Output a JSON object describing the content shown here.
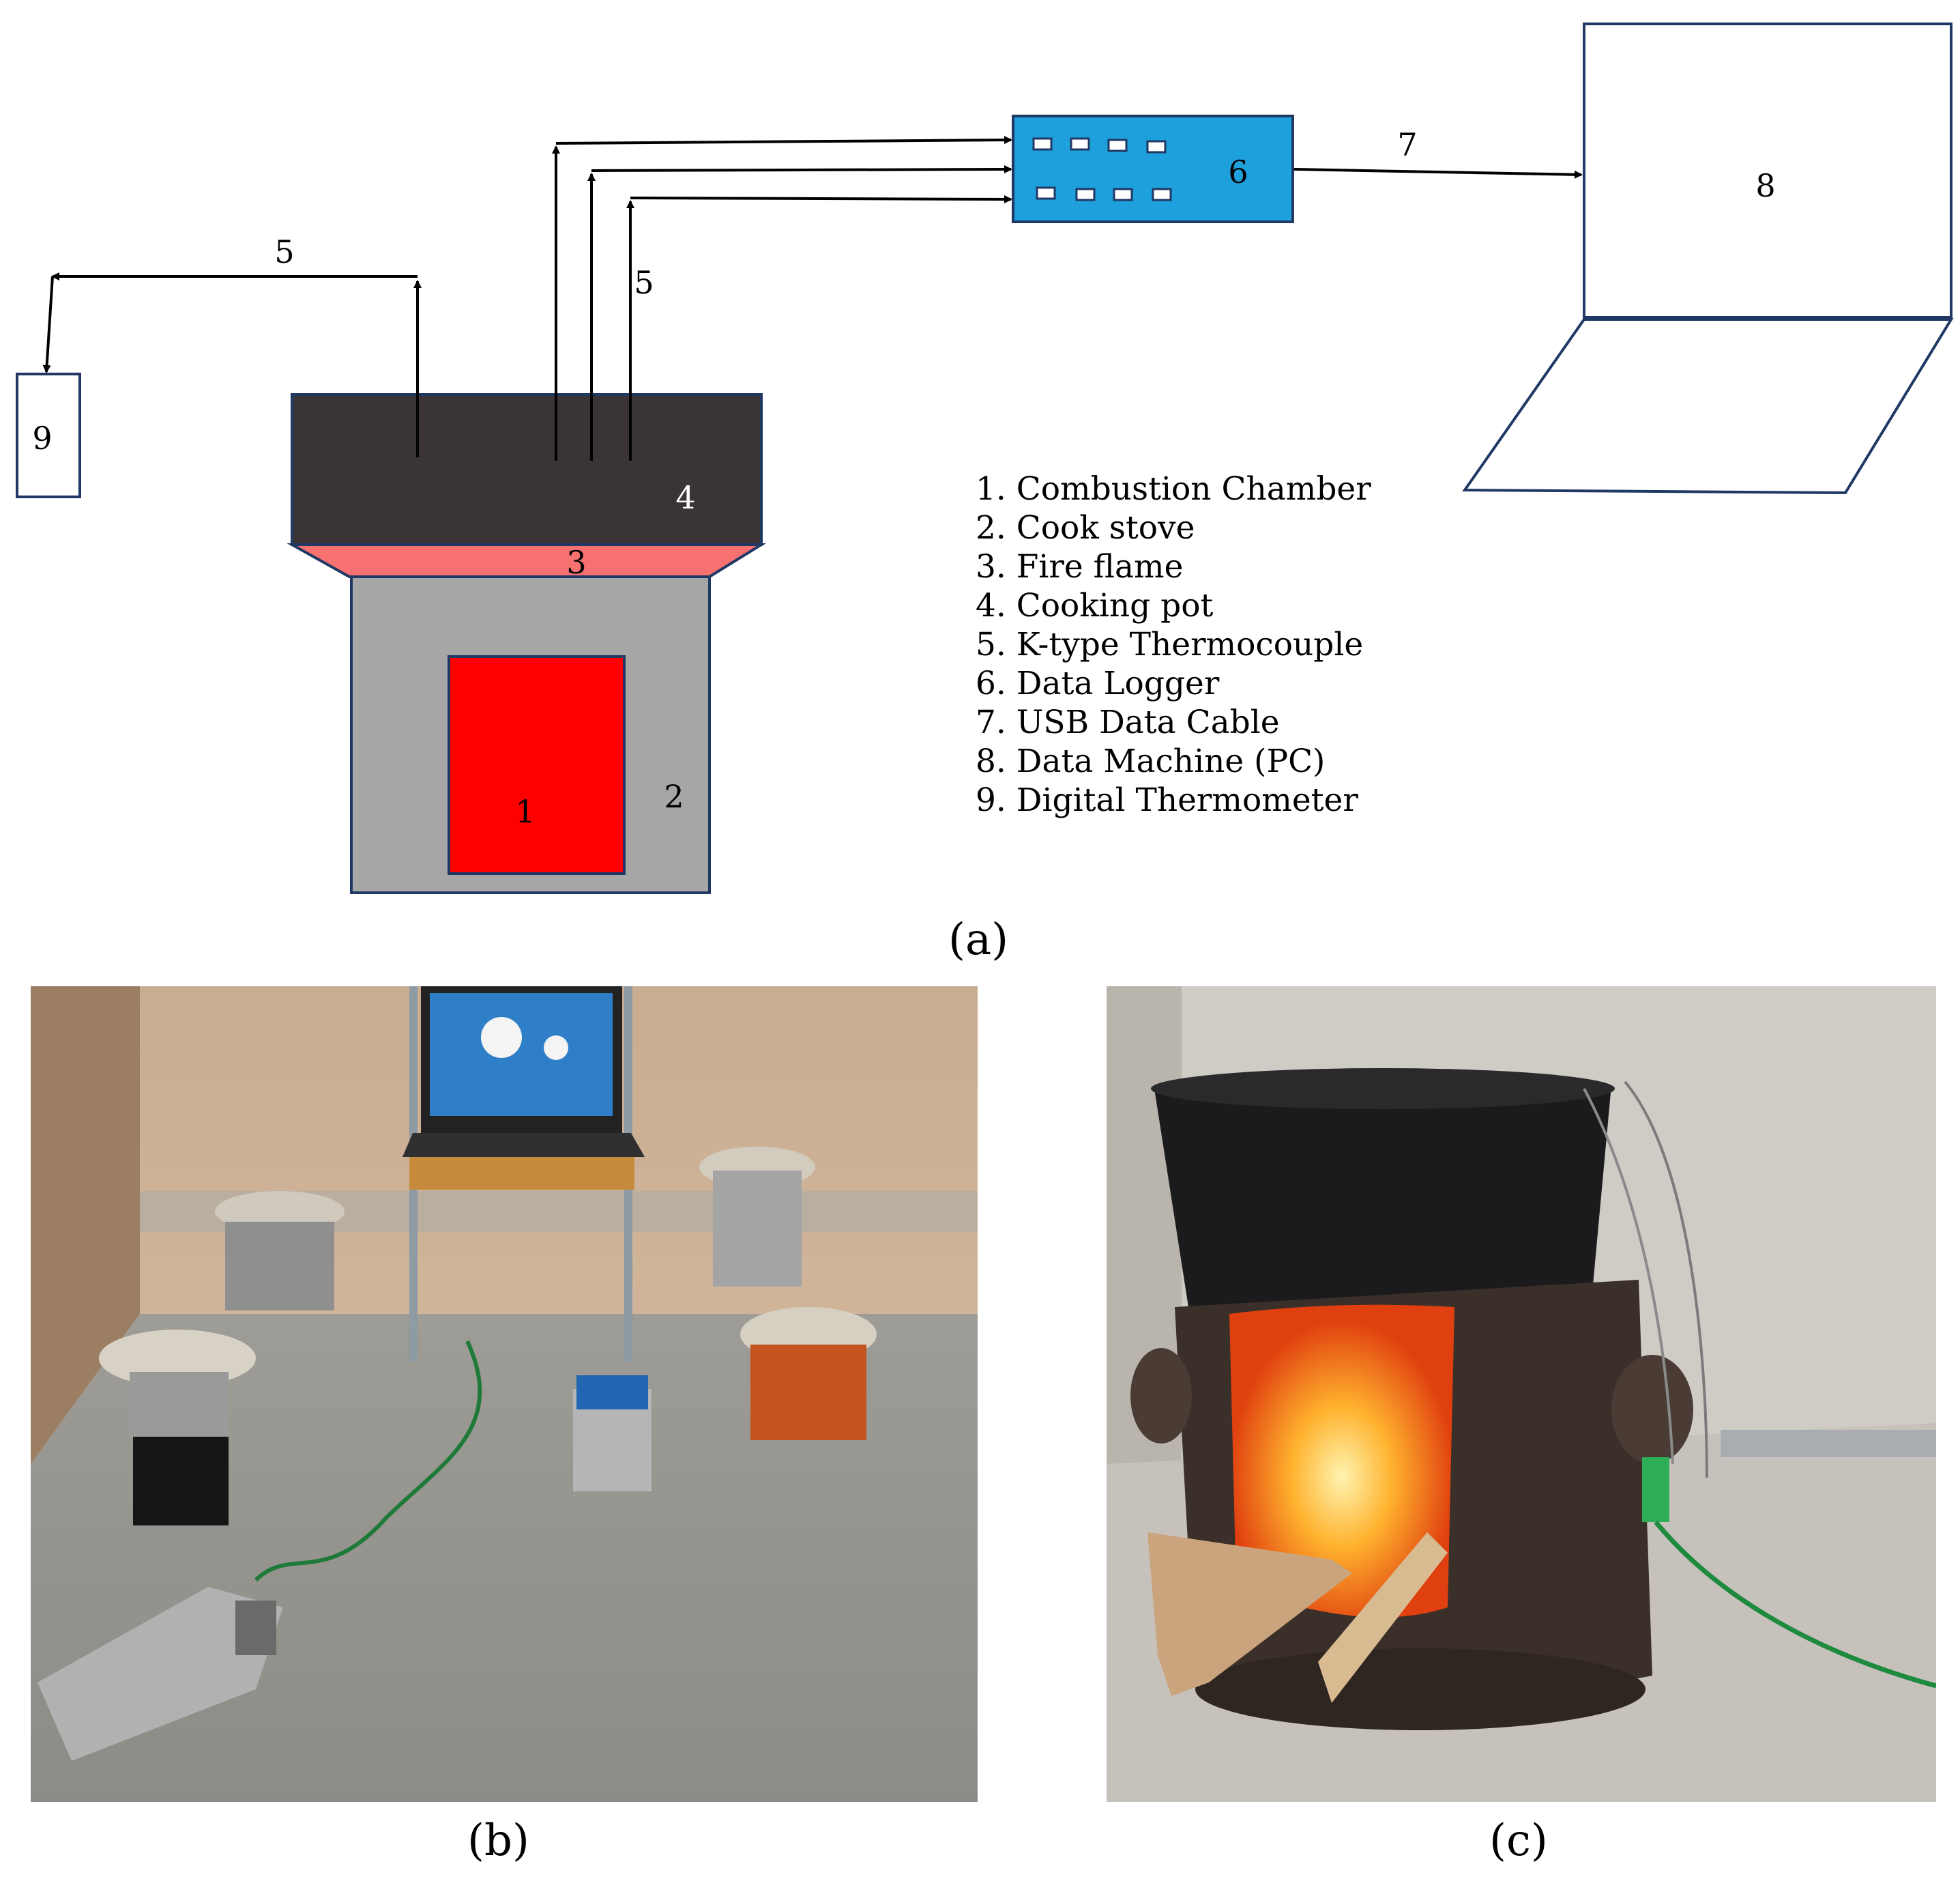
{
  "diagram": {
    "labels": {
      "n1": "1",
      "n2": "2",
      "n3": "3",
      "n4": "4",
      "n5a": "5",
      "n5b": "5",
      "n6": "6",
      "n7": "7",
      "n8": "8",
      "n9": "9"
    },
    "legend": [
      "1. Combustion Chamber",
      "2. Cook stove",
      "3. Fire flame",
      "4. Cooking pot",
      "5. K-type Thermocouple",
      "6. Data Logger",
      "7. USB Data Cable",
      "8. Data Machine (PC)",
      "9.  Digital Thermometer"
    ],
    "colors": {
      "pot": "#3a3434",
      "flame": "#f87171",
      "stove": "#a6a6a6",
      "chamber": "#ff0000",
      "logger": "#1ea0dc"
    }
  },
  "captions": {
    "a": "(a)",
    "b": "(b)",
    "c": "(c)"
  }
}
